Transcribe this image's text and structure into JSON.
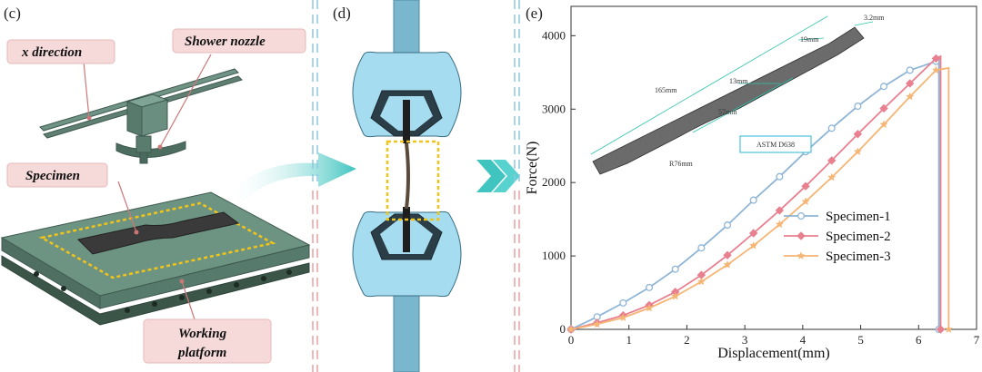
{
  "panels": {
    "c": {
      "letter": "(c)",
      "labels": {
        "x_direction": "x direction",
        "nozzle": "Shower nozzle",
        "specimen": "Specimen",
        "platform_line1": "Working",
        "platform_line2": "platform"
      }
    },
    "d": {
      "letter": "(d)"
    },
    "e": {
      "letter": "(e)"
    }
  },
  "inset": {
    "dims": {
      "total_length": "165mm",
      "gauge_length": "57mm",
      "narrow_width": "13mm",
      "grip_width": "19mm",
      "thickness": "3.2mm",
      "radius": "R76mm"
    },
    "standard": "ASTM D638"
  },
  "colors": {
    "label_fill": "#f6dada",
    "label_border": "#e7b8b8",
    "arrow_teal": "#3fc4c0",
    "divider_blue": "#8ec6e0",
    "divider_red": "#eaa0a0",
    "fixture_blue": "#a6dcef",
    "platform_green": "#5f8575",
    "highlight_yellow": "#f0c419"
  },
  "chart_data": {
    "type": "line",
    "xlabel": "Displacement(mm)",
    "ylabel": "Force(N)",
    "xlim": [
      0,
      7
    ],
    "ylim": [
      0,
      4400
    ],
    "xticks": [
      0,
      1,
      2,
      3,
      4,
      5,
      6,
      7
    ],
    "yticks": [
      0,
      1000,
      2000,
      3000,
      4000
    ],
    "legend_position": "middle-right",
    "grid": false,
    "series": [
      {
        "name": "Specimen-1",
        "color": "#8fb5d6",
        "marker": "circle",
        "x": [
          0,
          0.45,
          0.9,
          1.35,
          1.8,
          2.25,
          2.7,
          3.15,
          3.6,
          4.05,
          4.5,
          4.95,
          5.4,
          5.85,
          6.3
        ],
        "y": [
          0,
          170,
          360,
          570,
          820,
          1110,
          1420,
          1760,
          2080,
          2420,
          2740,
          3040,
          3310,
          3530,
          3650
        ],
        "failure_x": 6.35
      },
      {
        "name": "Specimen-2",
        "color": "#e8808f",
        "marker": "diamond",
        "x": [
          0,
          0.45,
          0.9,
          1.35,
          1.8,
          2.25,
          2.7,
          3.15,
          3.6,
          4.05,
          4.5,
          4.95,
          5.4,
          5.85,
          6.3
        ],
        "y": [
          0,
          90,
          190,
          330,
          510,
          740,
          1010,
          1310,
          1620,
          1950,
          2300,
          2660,
          3010,
          3350,
          3690
        ],
        "failure_x": 6.38
      },
      {
        "name": "Specimen-3",
        "color": "#f5b574",
        "marker": "star",
        "x": [
          0,
          0.45,
          0.9,
          1.35,
          1.8,
          2.25,
          2.7,
          3.15,
          3.6,
          4.05,
          4.5,
          4.95,
          5.4,
          5.85,
          6.3
        ],
        "y": [
          0,
          70,
          160,
          290,
          450,
          650,
          880,
          1140,
          1430,
          1740,
          2070,
          2420,
          2790,
          3170,
          3530
        ],
        "failure_x": 6.52
      }
    ]
  }
}
